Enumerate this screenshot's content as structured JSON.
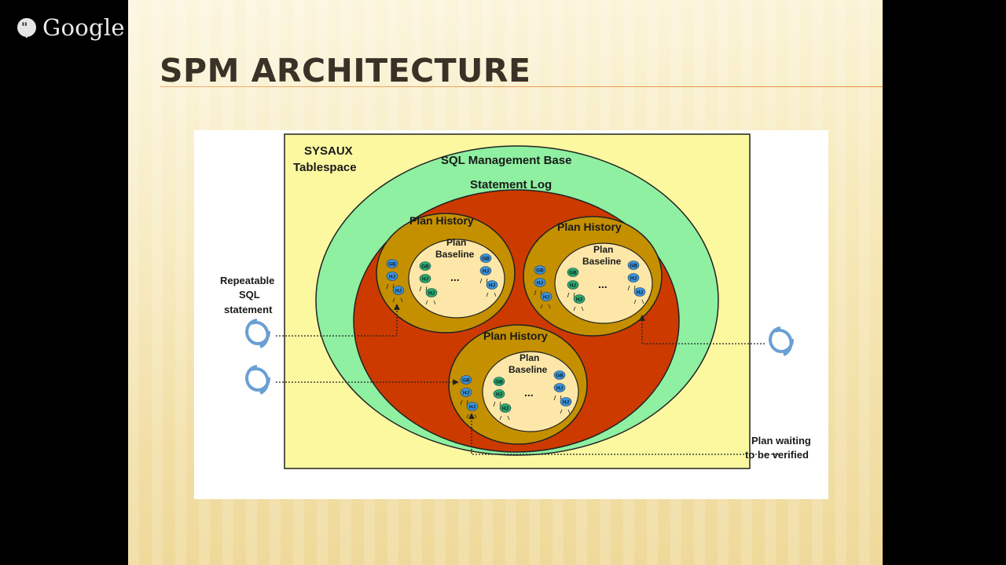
{
  "brand": {
    "name": "Google"
  },
  "slide": {
    "title": "SPM ARCHITECTURE"
  },
  "diagram": {
    "sysaux_label_line1": "SYSAUX",
    "sysaux_label_line2": "Tablespace",
    "sql_management_base": "SQL Management Base",
    "statement_log": "Statement Log",
    "plan_history": "Plan History",
    "plan_baseline_line1": "Plan",
    "plan_baseline_line2": "Baseline",
    "ellipsis": "...",
    "repeatable_line1": "Repeatable",
    "repeatable_line2": "SQL",
    "repeatable_line3": "statement",
    "waiting_line1": "Plan waiting",
    "waiting_line2": "to be verified",
    "node_gb": "GB",
    "node_hj": "HJ"
  },
  "colors": {
    "sysaux_fill": "#fbf8a0",
    "smb_fill": "#8ef0a0",
    "statement_log_fill": "#cc3a00",
    "plan_history_fill": "#c49000",
    "plan_baseline_fill": "#fde7a8",
    "node_blue": "#3e92d8",
    "node_green": "#2aa866"
  }
}
